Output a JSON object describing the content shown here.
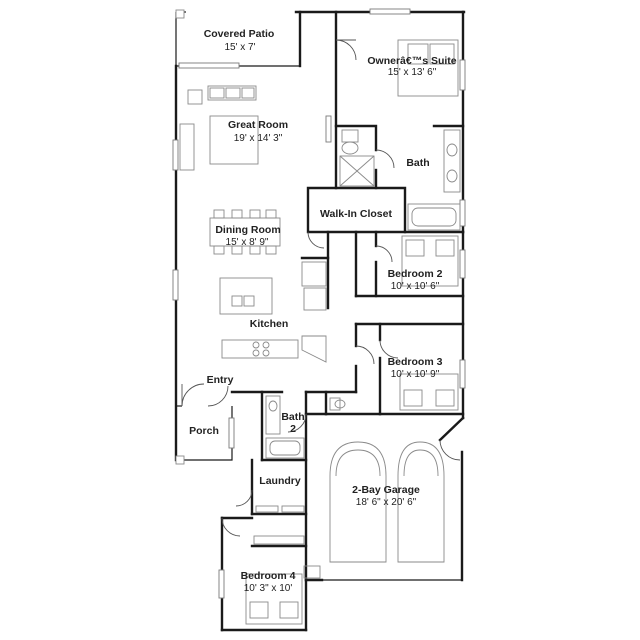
{
  "rooms": {
    "covered_patio": {
      "name": "Covered Patio",
      "dim": "15' x 7'"
    },
    "owners_suite": {
      "name": "Ownerâ€™s Suite",
      "dim": "15' x 13' 6\""
    },
    "great_room": {
      "name": "Great Room",
      "dim": "19' x 14' 3\""
    },
    "bath": {
      "name": "Bath"
    },
    "walk_in_closet": {
      "name": "Walk-In Closet"
    },
    "dining_room": {
      "name": "Dining Room",
      "dim": "15' x 8' 9\""
    },
    "bedroom_2": {
      "name": "Bedroom 2",
      "dim": "10' x 10' 6\""
    },
    "kitchen": {
      "name": "Kitchen"
    },
    "bedroom_3": {
      "name": "Bedroom 3",
      "dim": "10' x 10' 9\""
    },
    "entry": {
      "name": "Entry"
    },
    "bath_2": {
      "name_line1": "Bath",
      "name_line2": "2"
    },
    "porch": {
      "name": "Porch"
    },
    "laundry": {
      "name": "Laundry"
    },
    "garage": {
      "name": "2-Bay Garage",
      "dim": "18' 6\" x 20' 6\""
    },
    "bedroom_4": {
      "name": "Bedroom 4",
      "dim": "10' 3\" x 10'"
    }
  }
}
